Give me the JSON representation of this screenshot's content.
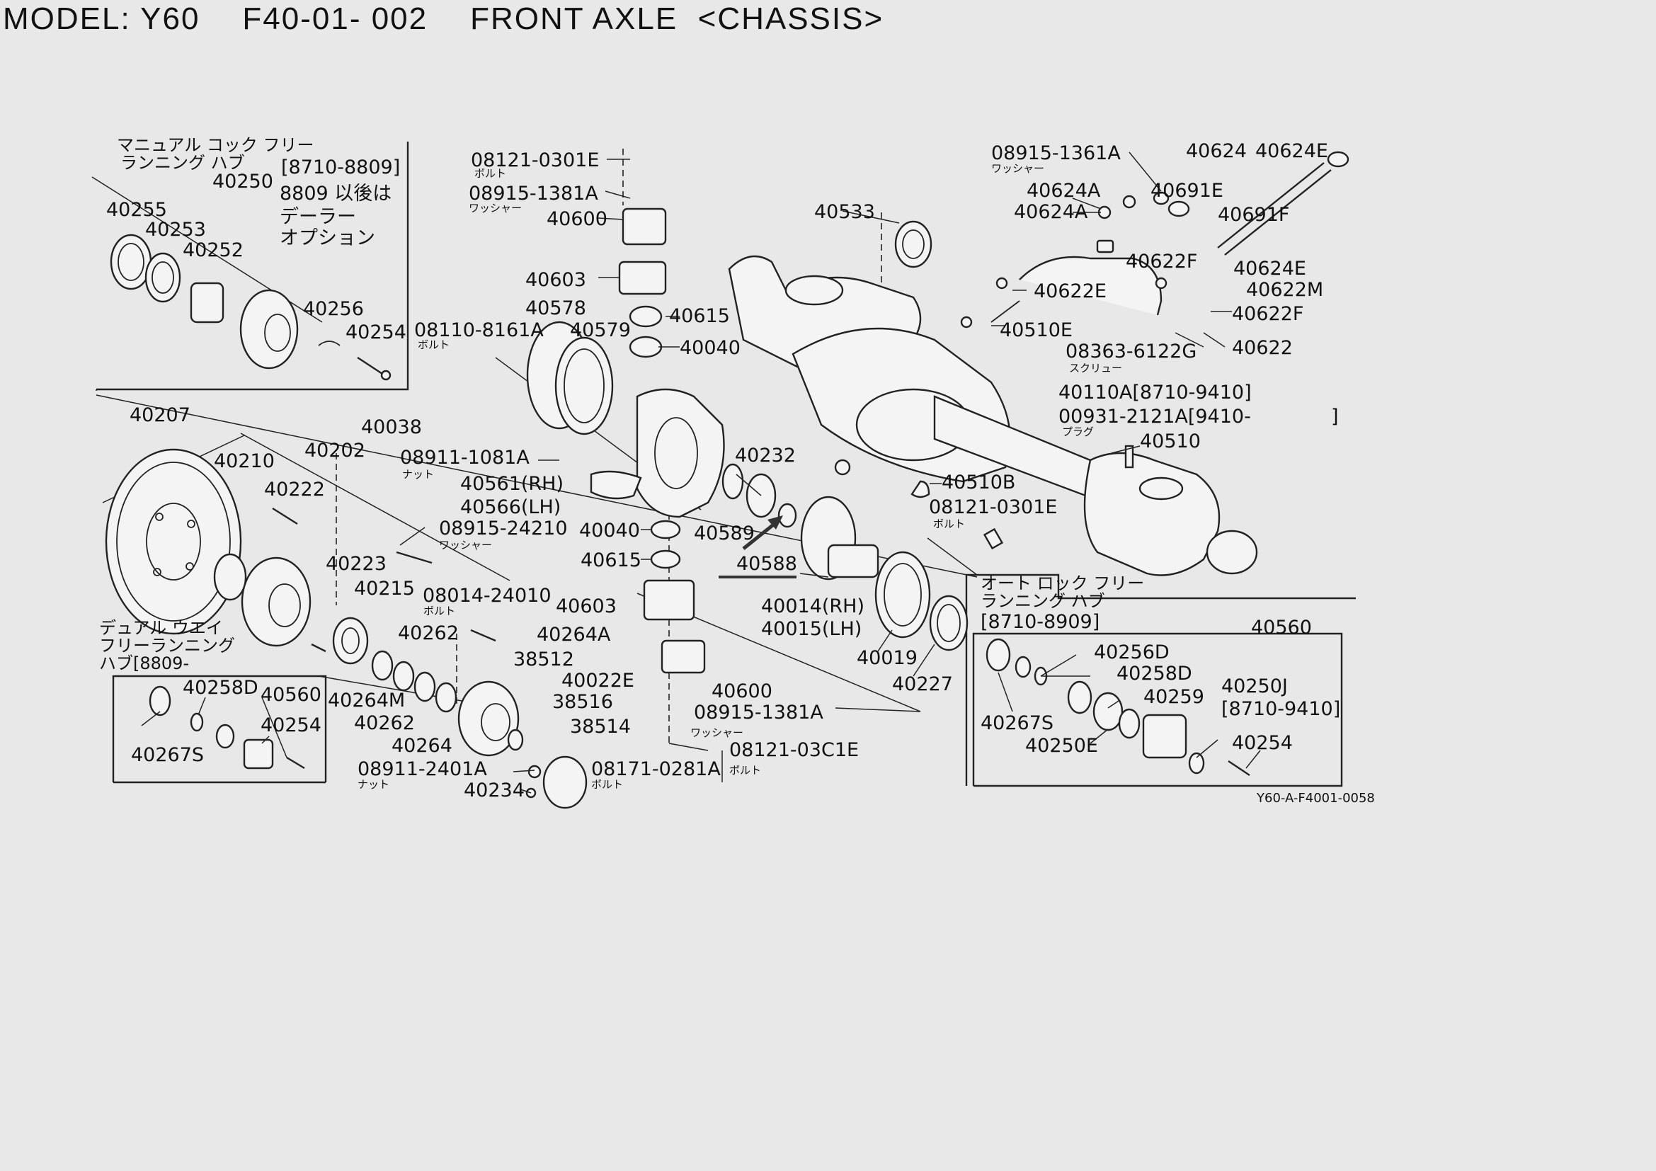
{
  "header": {
    "model": "MODEL: Y60",
    "code": "F40-01- 002",
    "title": "FRONT AXLE  <CHASSIS>"
  },
  "footer": {
    "reference": "Y60-A-F4001-0058"
  },
  "notes": {
    "manual_hub_jp": "マニュアル コック フリー",
    "manual_hub_jp2": "ランニング ハブ",
    "manual_range": "[8710-8809]",
    "manual_after": "8809 以後は",
    "manual_dealer": "デーラー",
    "manual_option": "オプション",
    "dual_jp1": "デュアル ウエイ",
    "dual_jp2": "フリーランニング",
    "dual_jp3": "ハブ[8809-",
    "auto_jp1": "オート ロック フリー",
    "auto_jp2": "ランニング ハブ",
    "auto_range": "[8710-8909]",
    "bolt": "ボルト",
    "washer": "ワッシャー",
    "nut": "ナット",
    "screw": "スクリュー",
    "plug": "プラグ"
  },
  "labels": {
    "p40255": "40255",
    "p40253": "40253",
    "p40252": "40252",
    "p40250": "40250",
    "p40256": "40256",
    "p40254a": "40254",
    "p08121a": "08121-0301E",
    "p08915a": "08915-1381A",
    "p40600a": "40600",
    "p40603a": "40603",
    "p40578": "40578",
    "p40579": "40579",
    "p08110": "08110-8161A",
    "p40615a": "40615",
    "p40040a": "40040",
    "p40533": "40533",
    "p08915b": "08915-1361A",
    "p40624": "40624",
    "p40624E1": "40624E",
    "p40624A1": "40624A",
    "p40691E": "40691E",
    "p40624A2": "40624A",
    "p40691F": "40691F",
    "p40622F1": "40622F",
    "p40624E2": "40624E",
    "p40622M": "40622M",
    "p40622E": "40622E",
    "p40622F2": "40622F",
    "p40510E": "40510E",
    "p08363": "08363-6122G",
    "p40622": "40622",
    "p40110A": "40110A[8710-9410]",
    "p00931": "00931-2121A[9410-",
    "p00931b": "]",
    "p40207": "40207",
    "p40038": "40038",
    "p08911a": "08911-1081A",
    "p40210": "40210",
    "p40202": "40202",
    "p40222": "40222",
    "p40561": "40561(RH)",
    "p40566": "40566(LH)",
    "p40232": "40232",
    "p40510": "40510",
    "p40510B": "40510B",
    "p08121b": "08121-0301E",
    "p08915c": "08915-24210",
    "p40040b": "40040",
    "p40589": "40589",
    "p40223": "40223",
    "p40615b": "40615",
    "p40588": "40588",
    "p40215": "40215",
    "p08014": "08014-24010",
    "p40014": "40014(RH)",
    "p40015": "40015(LH)",
    "p40603b": "40603",
    "p40262a": "40262",
    "p40264A": "40264A",
    "p40019": "40019",
    "p40227": "40227",
    "p38512": "38512",
    "p40022E": "40022E",
    "p40600b": "40600",
    "p40264M": "40264M",
    "p38516": "38516",
    "p40262b": "40262",
    "p38514": "38514",
    "p08915d": "08915-1381A",
    "p40264": "40264",
    "p08121c": "08121-03C1E",
    "p08911b": "08911-2401A",
    "p08171": "08171-0281A",
    "p40234": "40234",
    "p40258D1": "40258D",
    "p40560a": "40560",
    "p40254b": "40254",
    "p40267S1": "40267S",
    "p40560b": "40560",
    "p40256D": "40256D",
    "p40258D2": "40258D",
    "p40250J": "40250J",
    "p40250Jr": "[8710-9410]",
    "p40259": "40259",
    "p40267S2": "40267S",
    "p40250E": "40250E",
    "p40254c": "40254"
  }
}
